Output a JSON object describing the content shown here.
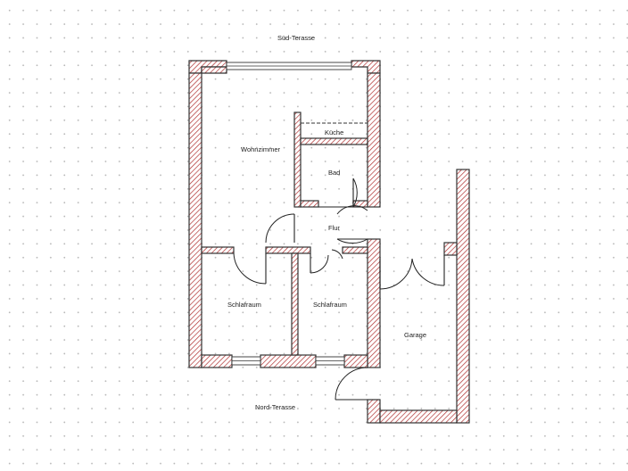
{
  "plan": {
    "labels": {
      "sued_terasse": "Süd-Terasse",
      "wohnzimmer": "Wohnzimmer",
      "kueche": "Küche",
      "bad": "Bad",
      "flur": "Flur",
      "schlafraum_links": "Schlafraum",
      "schlafraum_rechts": "Schlafraum",
      "garage": "Garage",
      "nord_terasse": "Nord-Terasse"
    }
  },
  "colors": {
    "wall_hatch": "#b03030",
    "wall_outline": "#333333",
    "grid_dot": "#b9b9b9",
    "background": "#ffffff"
  }
}
